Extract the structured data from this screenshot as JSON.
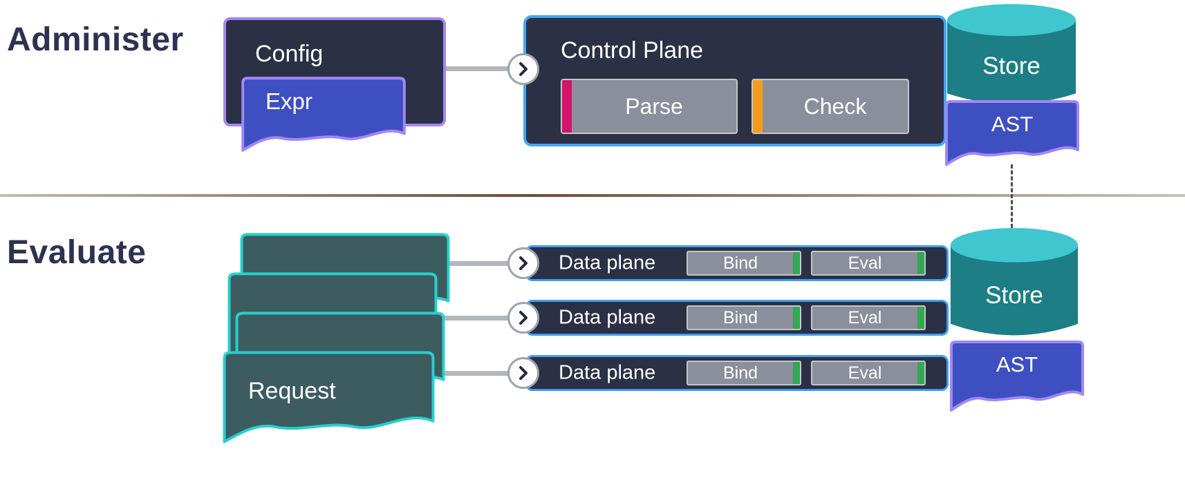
{
  "administer": {
    "section_label": "Administer",
    "config_label": "Config",
    "expr_label": "Expr",
    "control_plane_title": "Control Plane",
    "parse_label": "Parse",
    "check_label": "Check",
    "store_label": "Store",
    "ast_label": "AST"
  },
  "evaluate": {
    "section_label": "Evaluate",
    "request_label": "Request",
    "rows": [
      {
        "label": "Data plane",
        "bind_label": "Bind",
        "eval_label": "Eval"
      },
      {
        "label": "Data plane",
        "bind_label": "Bind",
        "eval_label": "Eval"
      },
      {
        "label": "Data plane",
        "bind_label": "Bind",
        "eval_label": "Eval"
      }
    ],
    "store_label": "Store",
    "ast_label": "AST"
  },
  "colors": {
    "navy_box": "#2b3044",
    "purple_border": "#a287f4",
    "blue_document": "#3e4fc1",
    "light_blue_border": "#41a7f5",
    "gray_step": "#8b8f9c",
    "parse_accent": "#d4136b",
    "check_accent": "#f49d1d",
    "bind_eval_accent": "#34a853",
    "cylinder_top": "#3fc6cf",
    "cylinder_body": "#1e7e85",
    "request_fill": "#3d5c60",
    "request_border": "#26d0ce",
    "connector_gray": "#b3b7bd",
    "section_text": "#2e3150"
  }
}
